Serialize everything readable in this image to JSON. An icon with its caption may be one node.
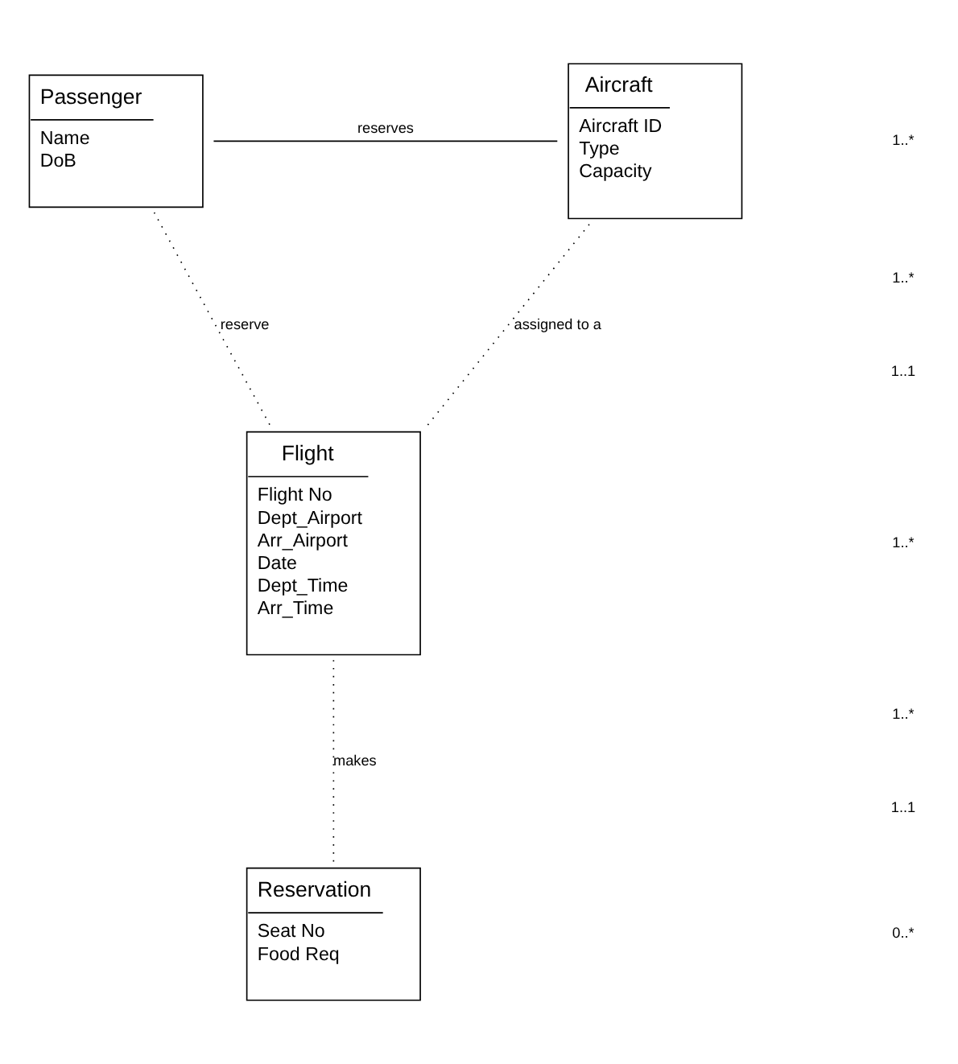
{
  "diagram": {
    "nodes": [
      {
        "text": [
          "Passenger",
          "Name",
          "DoB"
        ]
      },
      {
        "text": [
          "Aircraft",
          "Aircraft ID",
          "Type",
          "Capacity"
        ]
      },
      {
        "text": [
          "Flight",
          "Flight No",
          "Dept_Airport",
          "Arr_Airport",
          "Date",
          "Dept_Time",
          "Arr_Time"
        ]
      },
      {
        "text": [
          "Reservation",
          "Seat No",
          "Food Req"
        ]
      }
    ],
    "edges": [
      {
        "from": 0,
        "to": 1,
        "arrow": "none",
        "label": "reserves"
      },
      {
        "from": 0,
        "to": 2,
        "arrow": "none",
        "label": "reserve",
        "style": "dashed"
      },
      {
        "from": 1,
        "to": 2,
        "arrow": "none",
        "label": "assigned to a",
        "style": "dashed"
      },
      {
        "from": 2,
        "to": 3,
        "arrow": "none",
        "label": "makes",
        "style": "dashed"
      }
    ],
    "labels": [
      "1..*",
      "1..*",
      "1..1",
      "1..*",
      "1..*",
      "1..1",
      "0..*"
    ]
  }
}
